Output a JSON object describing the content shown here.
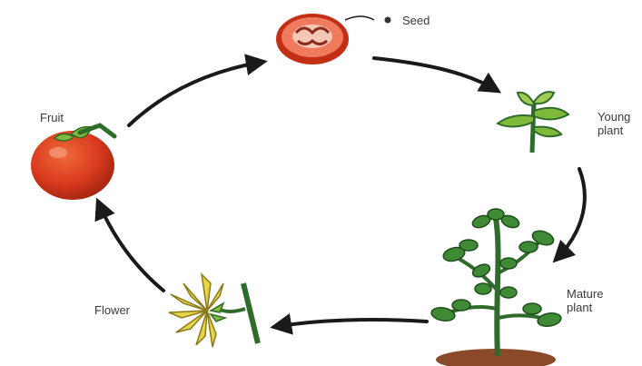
{
  "stages": {
    "seed": {
      "label": "Seed"
    },
    "young_plant": {
      "label_line1": "Young",
      "label_line2": "plant"
    },
    "mature_plant": {
      "label_line1": "Mature",
      "label_line2": "plant"
    },
    "flower": {
      "label": "Flower"
    },
    "fruit": {
      "label": "Fruit"
    }
  },
  "colors": {
    "arrow": "#1a1a1a",
    "tomato": "#d83a1e",
    "tomato_flesh": "#f07a5e",
    "leaf": "#7fba3c",
    "leaf_dark": "#2f6b2a",
    "petal": "#e6d548",
    "soil": "#8a4a2a"
  }
}
